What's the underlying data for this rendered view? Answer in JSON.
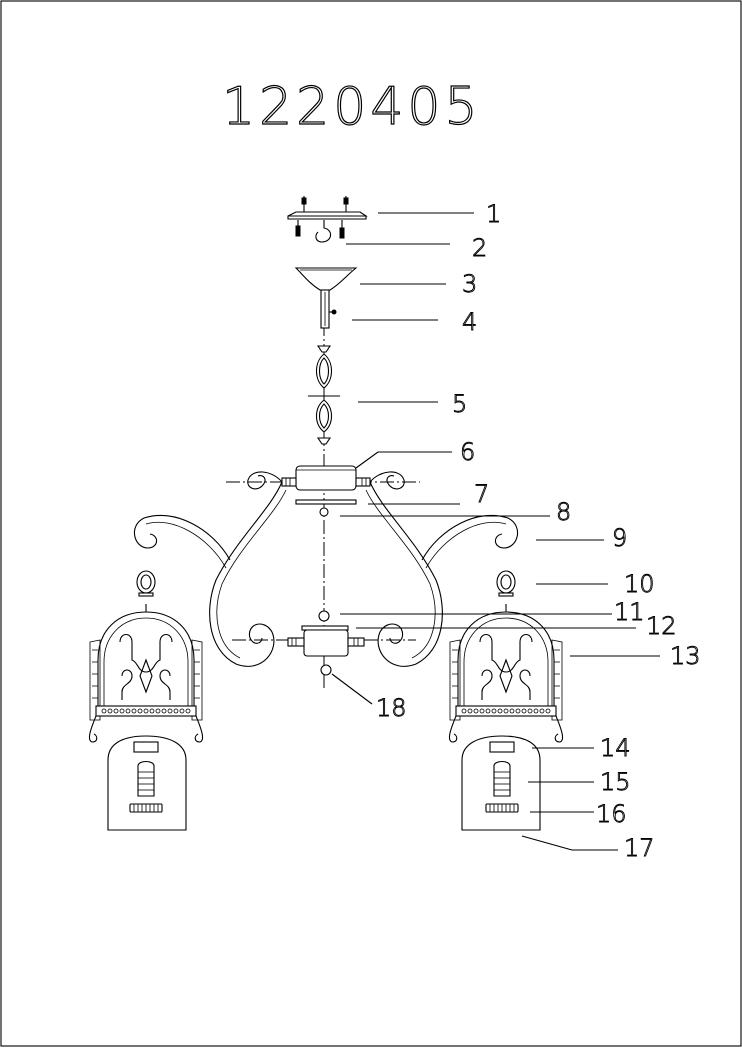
{
  "drawing": {
    "model_number": "1220405",
    "callouts": [
      {
        "id": "1",
        "label": "1"
      },
      {
        "id": "2",
        "label": "2"
      },
      {
        "id": "3",
        "label": "3"
      },
      {
        "id": "4",
        "label": "4"
      },
      {
        "id": "5",
        "label": "5"
      },
      {
        "id": "6",
        "label": "6"
      },
      {
        "id": "7",
        "label": "7"
      },
      {
        "id": "8",
        "label": "8"
      },
      {
        "id": "9",
        "label": "9"
      },
      {
        "id": "10",
        "label": "10"
      },
      {
        "id": "11",
        "label": "11"
      },
      {
        "id": "12",
        "label": "12"
      },
      {
        "id": "13",
        "label": "13"
      },
      {
        "id": "14",
        "label": "14"
      },
      {
        "id": "15",
        "label": "15"
      },
      {
        "id": "16",
        "label": "16"
      },
      {
        "id": "17",
        "label": "17"
      },
      {
        "id": "18",
        "label": "18"
      }
    ]
  }
}
